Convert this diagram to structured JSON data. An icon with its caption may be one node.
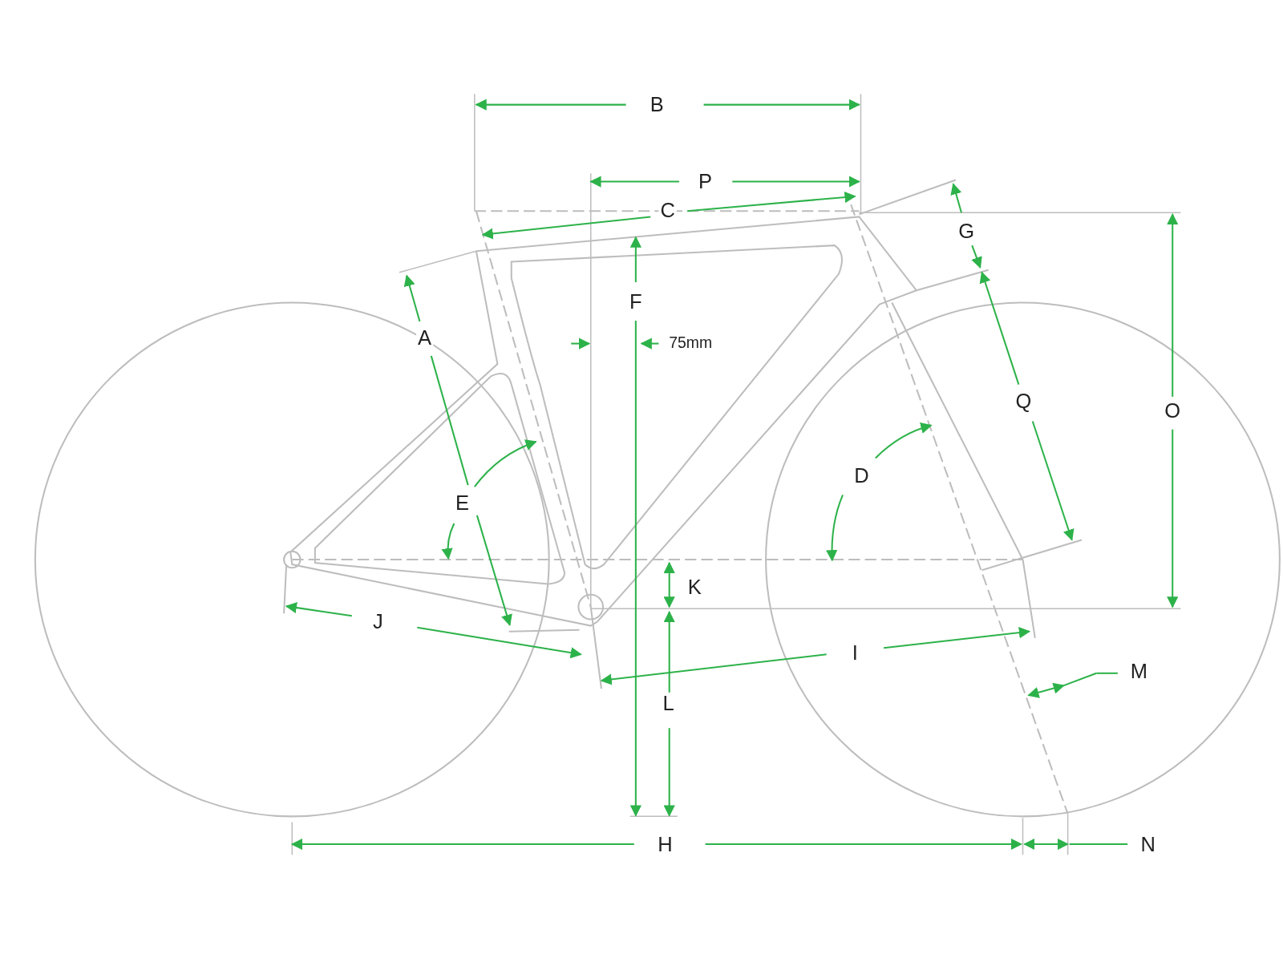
{
  "diagram": {
    "labels": [
      "B",
      "P",
      "C",
      "G",
      "F",
      "A",
      "75mm",
      "Q",
      "O",
      "D",
      "E",
      "K",
      "J",
      "I",
      "M",
      "L",
      "H",
      "N"
    ]
  }
}
